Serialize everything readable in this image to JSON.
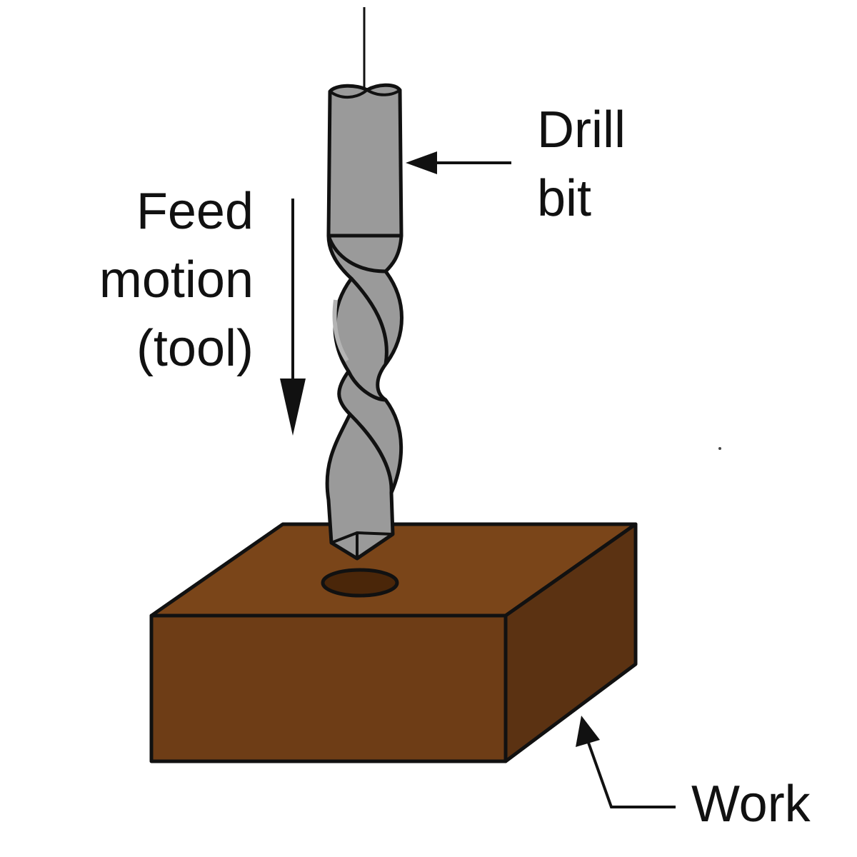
{
  "labels": {
    "feed_motion": [
      "Feed",
      "motion",
      "(tool)"
    ],
    "drill_bit": [
      "Drill",
      "bit"
    ],
    "work": "Work"
  },
  "colors": {
    "drill": "#9a9a9a",
    "drill_highlight": "#b4b4b4",
    "work_top": "#7a4519",
    "work_front": "#6e3d16",
    "work_side": "#5b3212",
    "hole": "#4a2609",
    "outline": "#111111"
  }
}
